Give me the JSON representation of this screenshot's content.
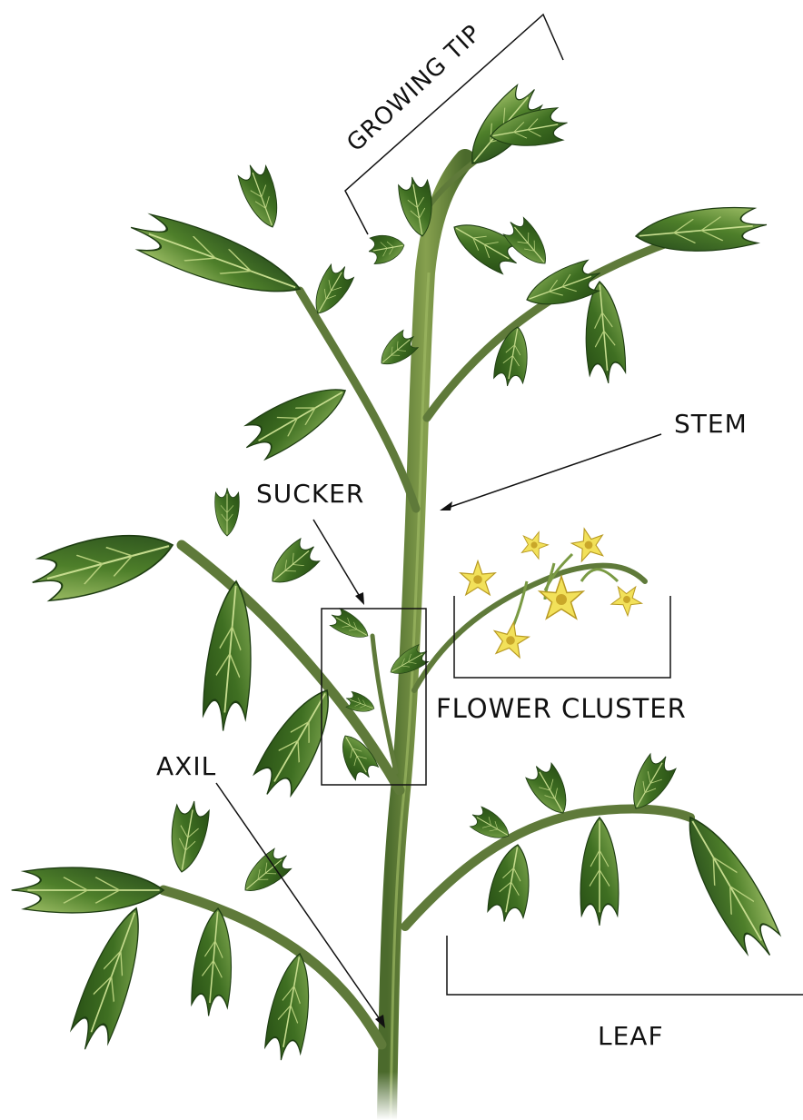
{
  "labels": {
    "growing_tip": "GROWING TIP",
    "stem": "STEM",
    "sucker": "SUCKER",
    "flower_cluster": "FLOWER CLUSTER",
    "axil": "AXIL",
    "leaf": "LEAF"
  },
  "colors": {
    "stem": "#5f7a3a",
    "stem_highlight": "#86a04e",
    "leaf_dark": "#2f5a1c",
    "leaf_mid": "#4e7f2a",
    "leaf_light": "#8fb55a",
    "flower": "#f2e15a",
    "flower_center": "#c9a72a",
    "line": "#111111"
  }
}
